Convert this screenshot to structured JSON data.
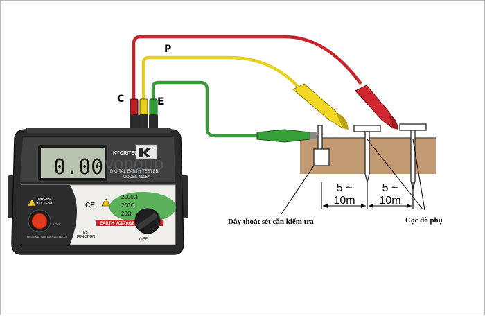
{
  "leads": {
    "c_label": "C",
    "p_label": "P",
    "e_label": "E",
    "colors": {
      "red": "#c8242b",
      "yellow": "#e8d020",
      "green": "#3c9a3c"
    }
  },
  "meter": {
    "display_value": "0.00",
    "unit": "Ω",
    "brand": "KYORITSU",
    "model_line1": "DIGITAL EARTH TESTER",
    "model_line2": "MODEL 4105A",
    "press_label_1": "PRESS",
    "press_label_2": "TO TEST",
    "press_small_text": "PRESS AND TURN FOR CONTINUOUS",
    "lock_label": "LOCK",
    "ce_mark": "CE",
    "range_2000": "2000Ω",
    "range_200": "200Ω",
    "range_20": "20Ω",
    "earth_voltage": "EARTH VOLTAGE",
    "off_label": "OFF",
    "test_function_1": "TEST",
    "test_function_2": "FUNCTION"
  },
  "diagram": {
    "dist1_top": "5 ~",
    "dist1_bottom": "10m",
    "dist2_top": "5 ~",
    "dist2_bottom": "10m",
    "label_conductor": "Dây thoát sét cần kiểm tra",
    "label_rods": "Cọc dò phụ"
  },
  "watermark": {
    "text": "vonguo"
  }
}
